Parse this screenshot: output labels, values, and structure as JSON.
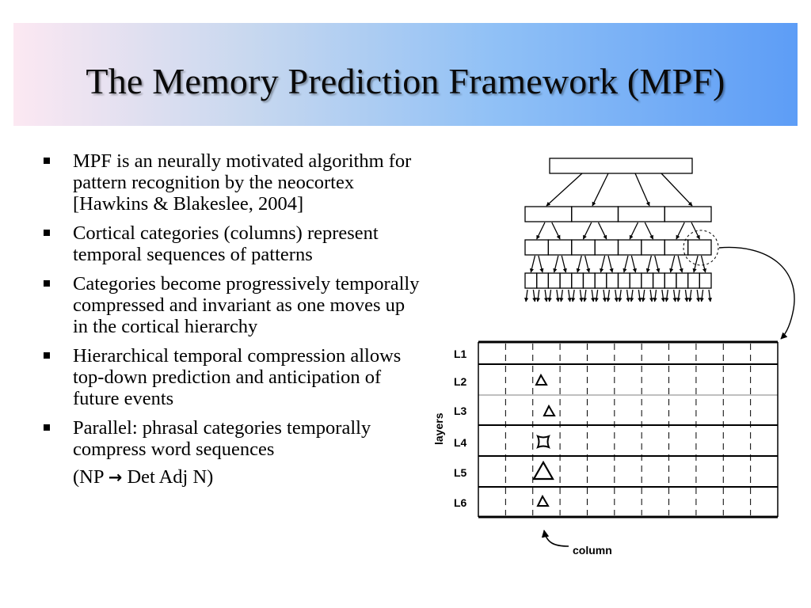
{
  "slide": {
    "title": "The Memory Prediction Framework (MPF)",
    "bullets": [
      {
        "text": "MPF is an neurally motivated algorithm for pattern recognition by the neocortex [Hawkins & Blakeslee, 2004]"
      },
      {
        "text": "Cortical categories (columns) represent temporal sequences of patterns"
      },
      {
        "text": "Categories become progressively temporally compressed and invariant as one moves up in the cortical hierarchy"
      },
      {
        "text": "Hierarchical temporal compression allows top-down prediction and anticipation of future events"
      },
      {
        "text": "Parallel: phrasal categories temporally compress word sequences",
        "sub_prefix": "(NP ",
        "sub_arrow": "→",
        "sub_suffix": " Det Adj N)"
      }
    ]
  },
  "figure": {
    "layer_labels": [
      "L1",
      "L2",
      "L3",
      "L4",
      "L5",
      "L6"
    ],
    "axis_label": "layers",
    "column_label": "column"
  }
}
